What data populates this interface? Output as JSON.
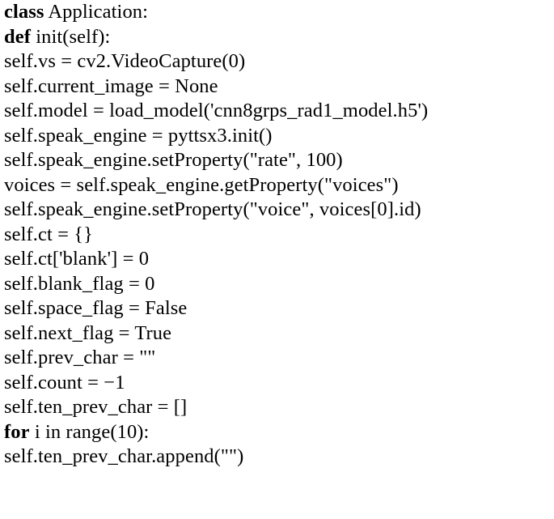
{
  "code": {
    "lines": [
      {
        "kw": "class",
        "rest": " Application:"
      },
      {
        "kw": "def",
        "rest": " init(self):"
      },
      {
        "kw": "",
        "rest": "self.vs = cv2.VideoCapture(0)"
      },
      {
        "kw": "",
        "rest": "self.current_image = None"
      },
      {
        "kw": "",
        "rest": "self.model = load_model('cnn8grps_rad1_model.h5')"
      },
      {
        "kw": "",
        "rest": "self.speak_engine = pyttsx3.init()"
      },
      {
        "kw": "",
        "rest": "self.speak_engine.setProperty(\"rate\", 100)"
      },
      {
        "kw": "",
        "rest": "voices = self.speak_engine.getProperty(\"voices\")"
      },
      {
        "kw": "",
        "rest": "self.speak_engine.setProperty(\"voice\", voices[0].id)"
      },
      {
        "kw": "",
        "rest": "self.ct = {}"
      },
      {
        "kw": "",
        "rest": "self.ct['blank'] = 0"
      },
      {
        "kw": "",
        "rest": "self.blank_flag = 0"
      },
      {
        "kw": "",
        "rest": "self.space_flag = False"
      },
      {
        "kw": "",
        "rest": "self.next_flag = True"
      },
      {
        "kw": "",
        "rest": "self.prev_char = \"\""
      },
      {
        "kw": "",
        "rest": "self.count = −1"
      },
      {
        "kw": "",
        "rest": "self.ten_prev_char = []"
      },
      {
        "kw": "for",
        "rest": " i in range(10):"
      },
      {
        "kw": "",
        "rest": "self.ten_prev_char.append(\"\")"
      }
    ]
  }
}
